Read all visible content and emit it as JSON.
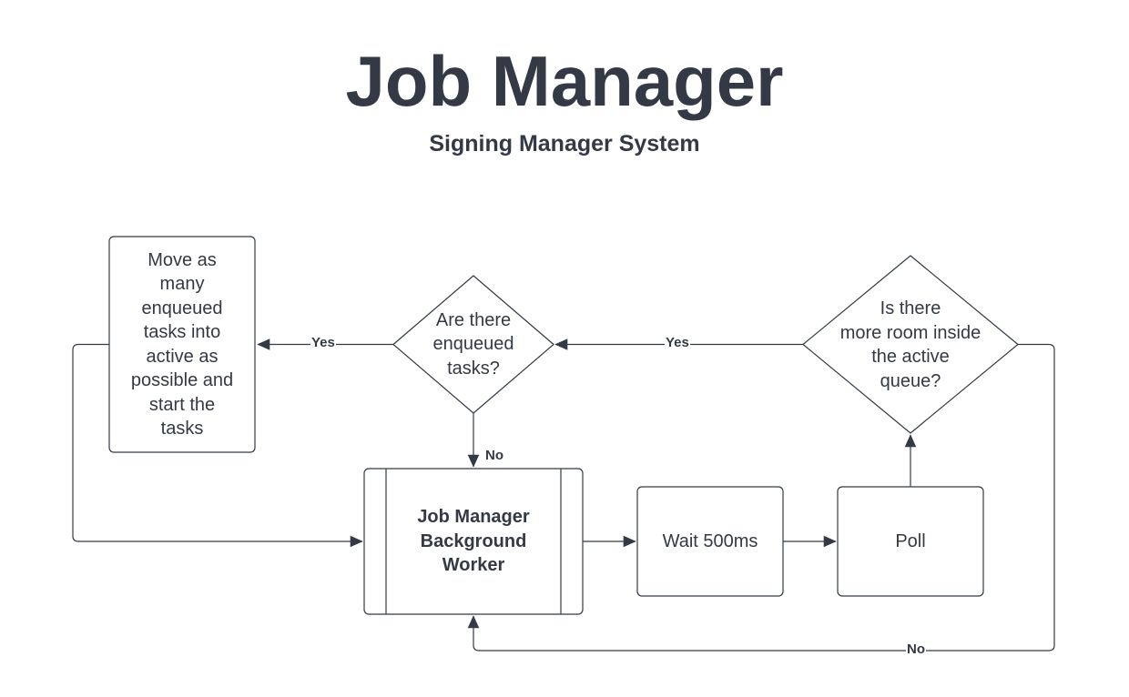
{
  "header": {
    "title": "Job Manager",
    "subtitle": "Signing Manager System"
  },
  "nodes": {
    "move_tasks": {
      "label": "Move as\nmany\nenqueued\ntasks into\nactive as\npossible and\nstart the\ntasks",
      "shape": "rounded-rectangle"
    },
    "enqueued_decision": {
      "label": "Are there\nenqueued\ntasks?",
      "shape": "diamond"
    },
    "room_decision": {
      "label": "Is there\nmore room inside\nthe active\nqueue?",
      "shape": "diamond"
    },
    "background_worker": {
      "label": "Job Manager\nBackground\nWorker",
      "shape": "predefined-process"
    },
    "wait": {
      "label": "Wait 500ms",
      "shape": "rounded-rectangle"
    },
    "poll": {
      "label": "Poll",
      "shape": "rounded-rectangle"
    }
  },
  "edges": {
    "enqueued_yes": {
      "from": "enqueued_decision",
      "to": "move_tasks",
      "label": "Yes"
    },
    "room_yes": {
      "from": "room_decision",
      "to": "enqueued_decision",
      "label": "Yes"
    },
    "enqueued_no": {
      "from": "enqueued_decision",
      "to": "background_worker",
      "label": "No"
    },
    "room_no": {
      "from": "room_decision",
      "to": "background_worker",
      "label": "No"
    },
    "move_to_worker": {
      "from": "move_tasks",
      "to": "background_worker",
      "label": ""
    },
    "worker_to_wait": {
      "from": "background_worker",
      "to": "wait",
      "label": ""
    },
    "wait_to_poll": {
      "from": "wait",
      "to": "poll",
      "label": ""
    },
    "poll_to_room": {
      "from": "poll",
      "to": "room_decision",
      "label": ""
    }
  },
  "colors": {
    "ink": "#333a45",
    "background": "#ffffff"
  }
}
